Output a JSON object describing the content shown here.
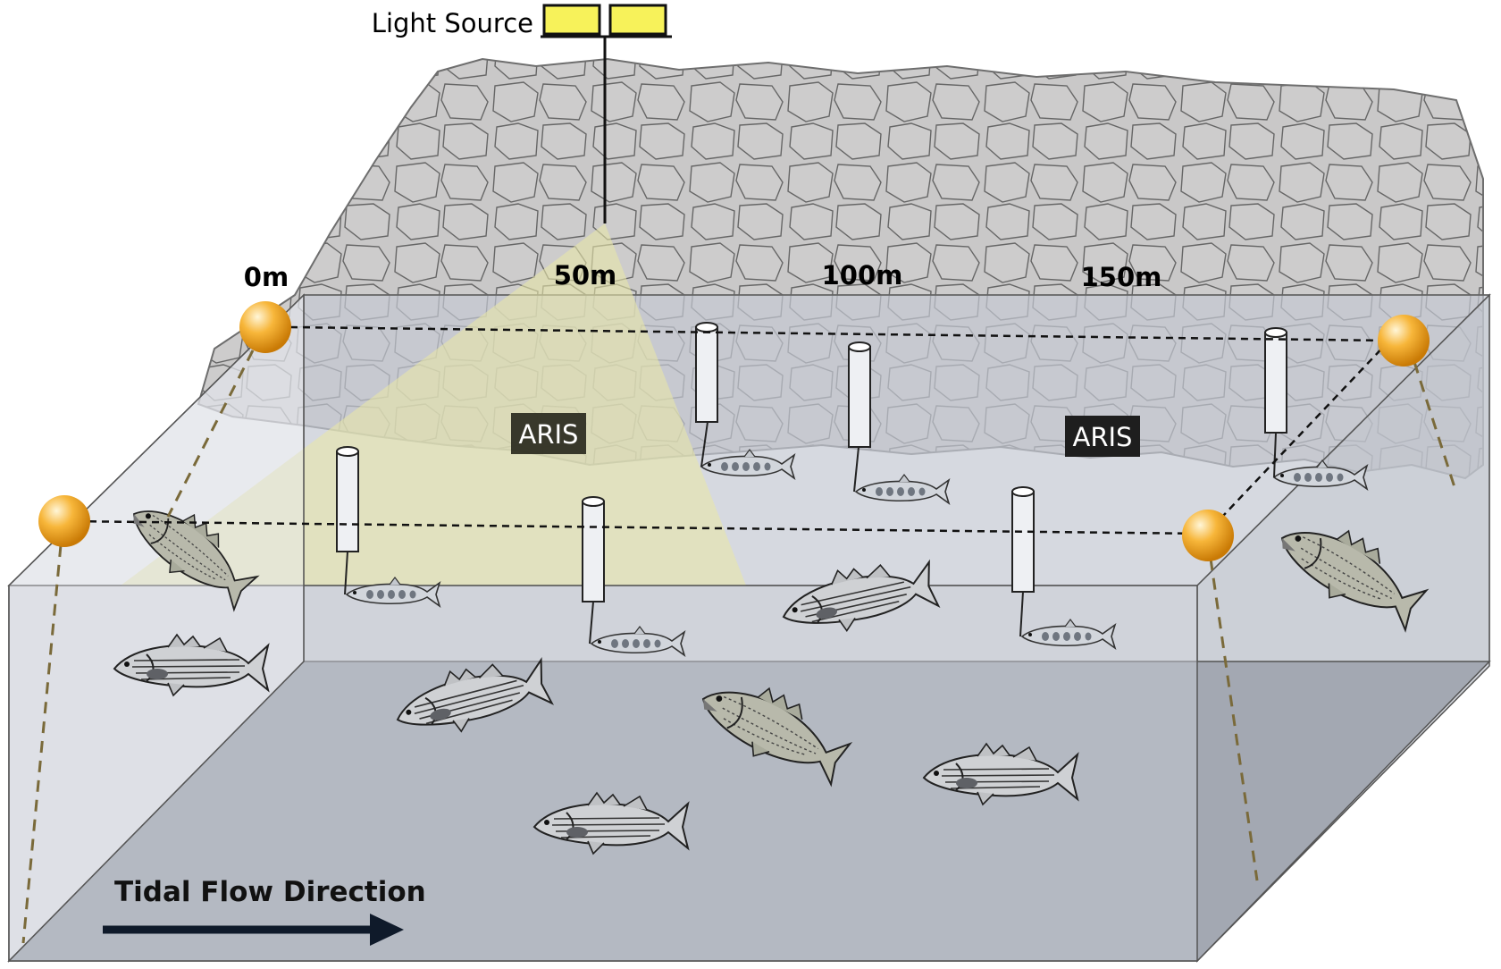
{
  "light_source": {
    "label": "Light Source"
  },
  "distance_markers": [
    "0m",
    "50m",
    "100m",
    "150m"
  ],
  "aris_labels": [
    "ARIS",
    "ARIS"
  ],
  "flow": {
    "label": "Tidal Flow Direction"
  },
  "colors": {
    "rock": "#c9c8c8",
    "rock_outline": "#6e6e6e",
    "water_surface": "#e6e8ec",
    "water_side": "#c6cad2",
    "seabed": "#a3a8b2",
    "light_cone": "#e8e6a8",
    "lamp": "#f7f25a",
    "buoy": "#f3a61c",
    "aris_bg": "#2a2a1e",
    "anchor_line": "#7a6a3a"
  },
  "icons": [
    "lamp-icon",
    "buoy-icon",
    "receiver-icon",
    "striped-bass-icon",
    "largemouth-bass-icon",
    "small-fish-icon",
    "arrow-right-icon"
  ]
}
